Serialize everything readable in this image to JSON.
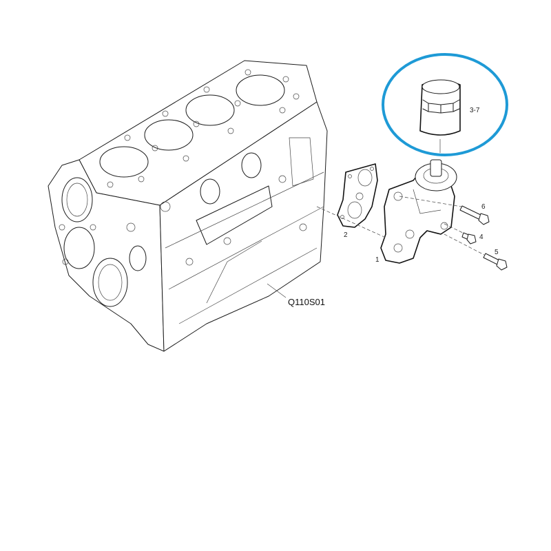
{
  "diagram": {
    "type": "exploded-parts-diagram",
    "subject": "engine block with oil filter housing and oil filter",
    "highlight": {
      "shape": "ellipse",
      "color": "#1e9ad6",
      "target": "oil-filter"
    },
    "callouts": {
      "engine_block": "Q110S01",
      "housing": "1",
      "gasket": "2",
      "filter": "3-7",
      "bolt_short": "4",
      "bolt_long_lower": "5",
      "bolt_long_upper": "6"
    },
    "colors": {
      "line": "#1a1a1a",
      "background": "#ffffff",
      "highlight": "#1e9ad6"
    }
  }
}
